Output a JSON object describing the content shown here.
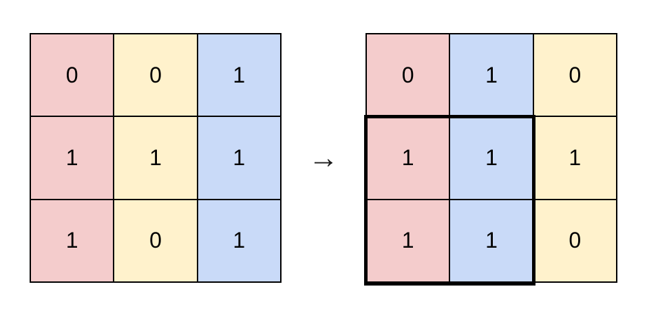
{
  "figure": {
    "description_arrow": "→",
    "left_grid": {
      "cells": [
        [
          "0",
          "0",
          "1"
        ],
        [
          "1",
          "1",
          "1"
        ],
        [
          "1",
          "0",
          "1"
        ]
      ],
      "column_colors": [
        "pink",
        "yellow",
        "blue"
      ]
    },
    "right_grid": {
      "cells": [
        [
          "0",
          "1",
          "0"
        ],
        [
          "1",
          "1",
          "1"
        ],
        [
          "1",
          "1",
          "0"
        ]
      ],
      "column_colors": [
        "pink",
        "blue",
        "yellow"
      ],
      "highlight_region": "rows 2-3, columns 1-2 outlined with thick border"
    }
  },
  "colors": {
    "pink": "#f4cccc",
    "yellow": "#fff2cc",
    "blue": "#c9daf8",
    "grid_line": "#000000",
    "highlight_border": "#000000",
    "digit": "#000000",
    "background": "#ffffff"
  }
}
